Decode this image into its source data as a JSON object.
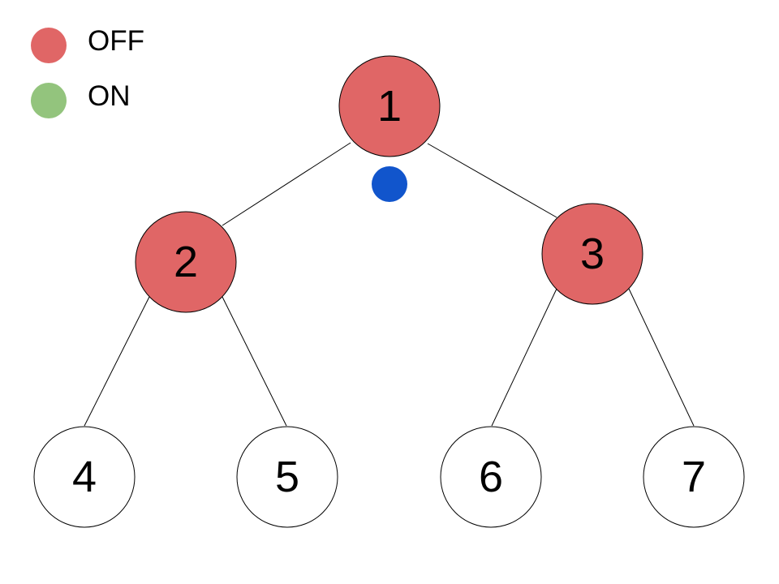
{
  "legend": {
    "items": [
      {
        "label": "OFF",
        "color": "#e06666"
      },
      {
        "label": "ON",
        "color": "#93c47d"
      }
    ]
  },
  "tree": {
    "nodes": [
      {
        "id": "1",
        "label": "1",
        "state": "off"
      },
      {
        "id": "2",
        "label": "2",
        "state": "off"
      },
      {
        "id": "3",
        "label": "3",
        "state": "off"
      },
      {
        "id": "4",
        "label": "4",
        "state": "none"
      },
      {
        "id": "5",
        "label": "5",
        "state": "none"
      },
      {
        "id": "6",
        "label": "6",
        "state": "none"
      },
      {
        "id": "7",
        "label": "7",
        "state": "none"
      }
    ],
    "edges": [
      [
        "1",
        "2"
      ],
      [
        "1",
        "3"
      ],
      [
        "2",
        "4"
      ],
      [
        "2",
        "5"
      ],
      [
        "3",
        "6"
      ],
      [
        "3",
        "7"
      ]
    ],
    "marker_color": "#1155cc",
    "off_color": "#e06666",
    "empty_color": "#ffffff"
  }
}
